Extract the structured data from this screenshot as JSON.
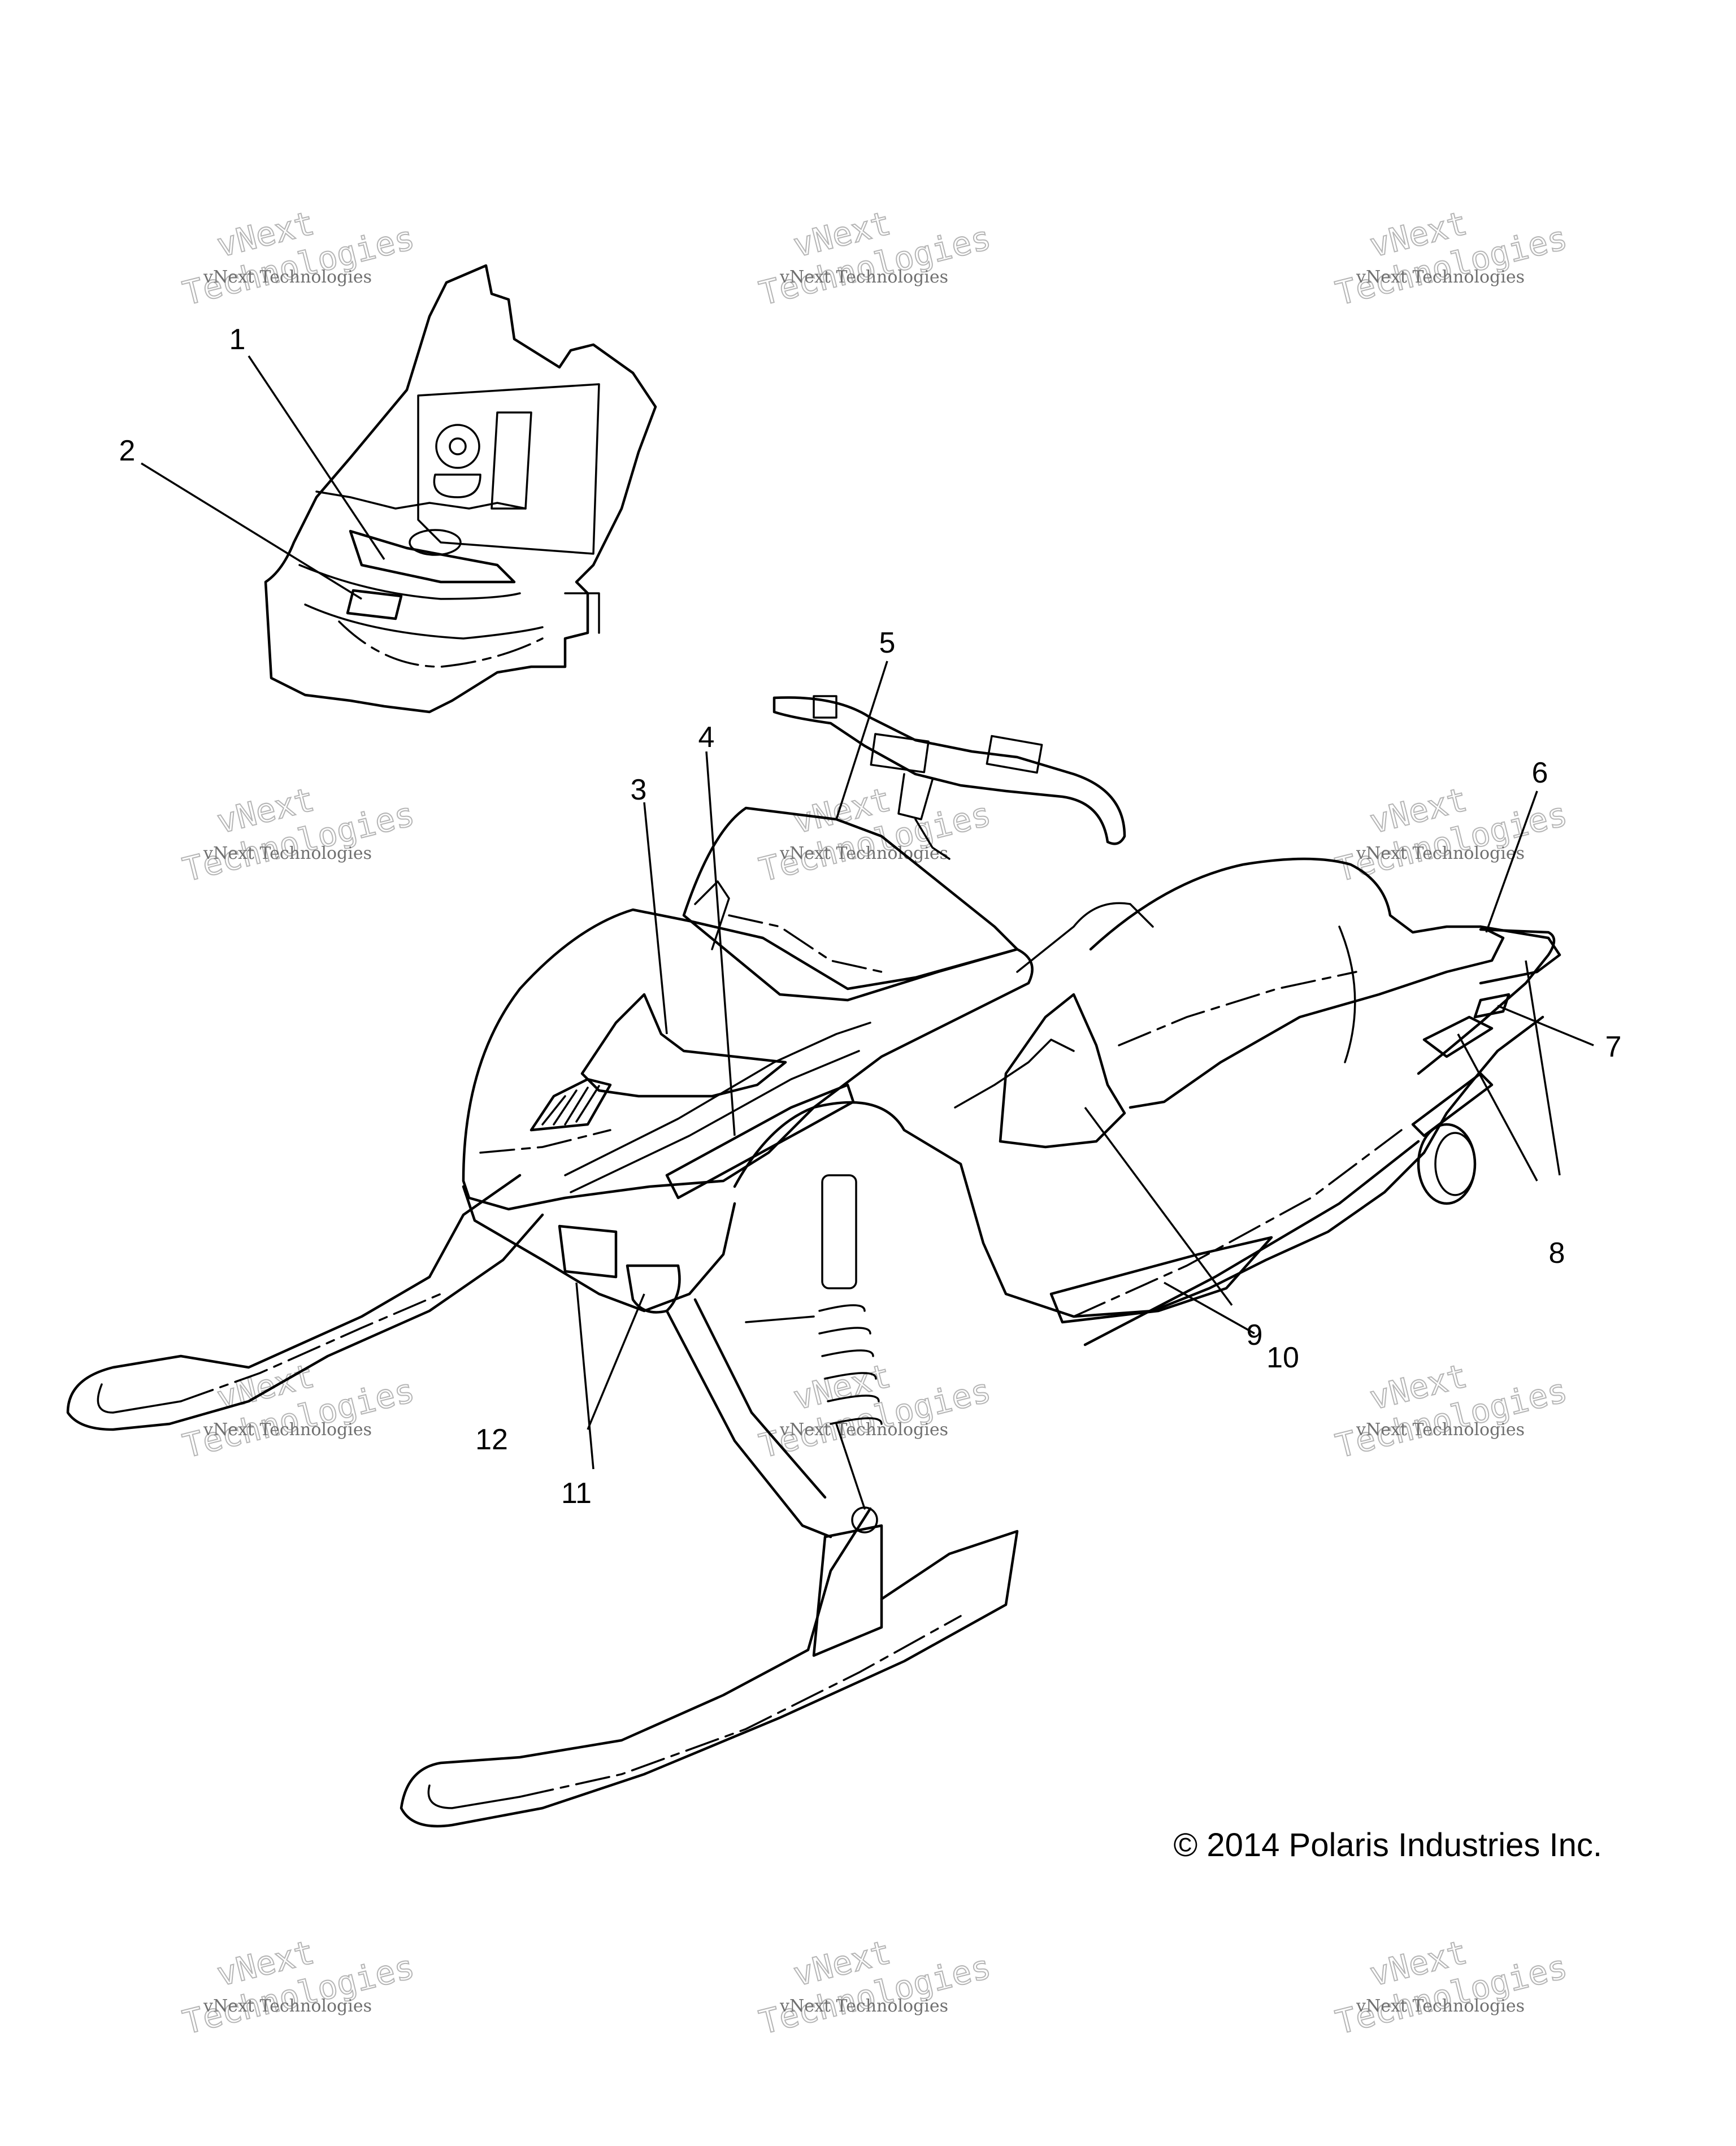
{
  "callouts": [
    {
      "label": "1"
    },
    {
      "label": "2"
    },
    {
      "label": "3"
    },
    {
      "label": "4"
    },
    {
      "label": "5"
    },
    {
      "label": "6"
    },
    {
      "label": "7"
    },
    {
      "label": "8"
    },
    {
      "label": "9"
    },
    {
      "label": "10"
    },
    {
      "label": "11"
    },
    {
      "label": "12"
    }
  ],
  "copyright": "© 2014 Polaris Industries Inc.",
  "watermark": {
    "line1": "vNext Technologies",
    "line2": "vNext",
    "line3": "Technologies"
  }
}
